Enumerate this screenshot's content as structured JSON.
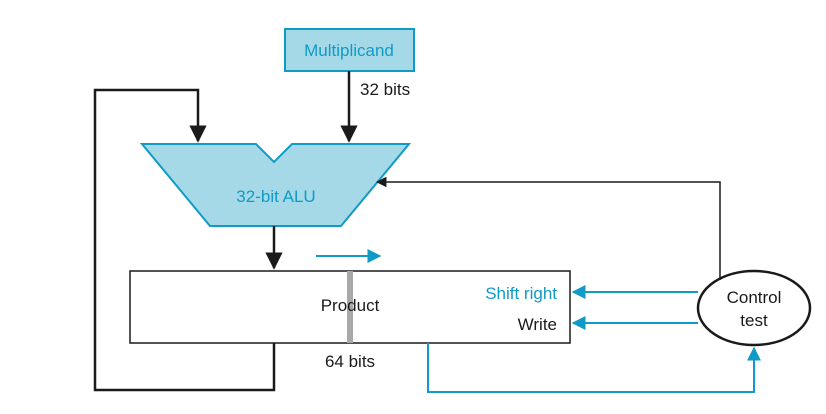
{
  "blocks": {
    "multiplicand": {
      "label": "Multiplicand"
    },
    "alu": {
      "label": "32-bit ALU"
    },
    "product": {
      "label": "Product",
      "width_label": "64 bits",
      "shift_label": "Shift right",
      "write_label": "Write"
    },
    "control": {
      "line1": "Control",
      "line2": "test"
    }
  },
  "bus": {
    "multiplicand_width": "32 bits"
  },
  "colors": {
    "accent": "#0f9bc6",
    "fill": "#a6d9e8",
    "line": "#1a1a1a"
  }
}
